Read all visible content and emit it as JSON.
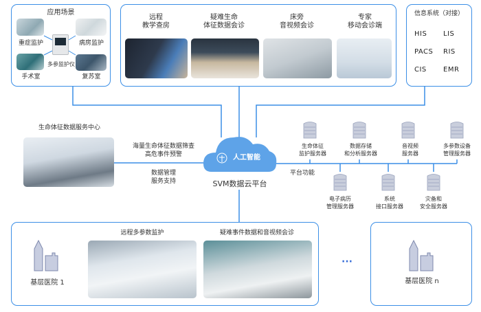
{
  "scenes": {
    "title": "应用场景",
    "items": [
      "重症监护",
      "病房监护",
      "手术室",
      "复苏室"
    ],
    "center_device": "多参监护仪"
  },
  "services": [
    {
      "line1": "远程",
      "line2": "教学查房"
    },
    {
      "line1": "疑难生命",
      "line2": "体征数据会诊"
    },
    {
      "line1": "床旁",
      "line2": "音视频会诊"
    },
    {
      "line1": "专家",
      "line2": "移动会诊端"
    }
  ],
  "info_systems": {
    "title": "信息系统（对接）",
    "items": [
      "HIS",
      "LIS",
      "PACS",
      "RIS",
      "CIS",
      "EMR"
    ]
  },
  "data_center": {
    "title": "生命体征数据服务中心",
    "func1_line1": "海量生命体征数据筛查",
    "func1_line2": "高危事件预警",
    "func2_line1": "数据管理",
    "func2_line2": "服务支持"
  },
  "cloud": {
    "ai_label": "人工智能",
    "platform_label": "SVM数据云平台"
  },
  "platform": {
    "label": "平台功能",
    "servers_top": [
      {
        "line1": "生命体征",
        "line2": "监护服务器"
      },
      {
        "line1": "数据存储",
        "line2": "和分析服务器"
      },
      {
        "line1": "音视频",
        "line2": "服务器"
      },
      {
        "line1": "多参数设备",
        "line2": "管理服务器"
      }
    ],
    "servers_bottom": [
      {
        "line1": "电子病历",
        "line2": "管理服务器"
      },
      {
        "line1": "系统",
        "line2": "接口服务器"
      },
      {
        "line1": "灾备和",
        "line2": "安全服务器"
      }
    ]
  },
  "hospitals": {
    "h1": {
      "name": "基层医院 1",
      "photo1_title": "远程多参数监护",
      "photo2_title": "疑难事件数据和音视频会诊"
    },
    "ellipsis": "···",
    "hn": {
      "name": "基层医院 n"
    }
  },
  "colors": {
    "accent": "#3a8ee6",
    "cloud": "#5ea3e8",
    "server": "#a6aec8"
  }
}
